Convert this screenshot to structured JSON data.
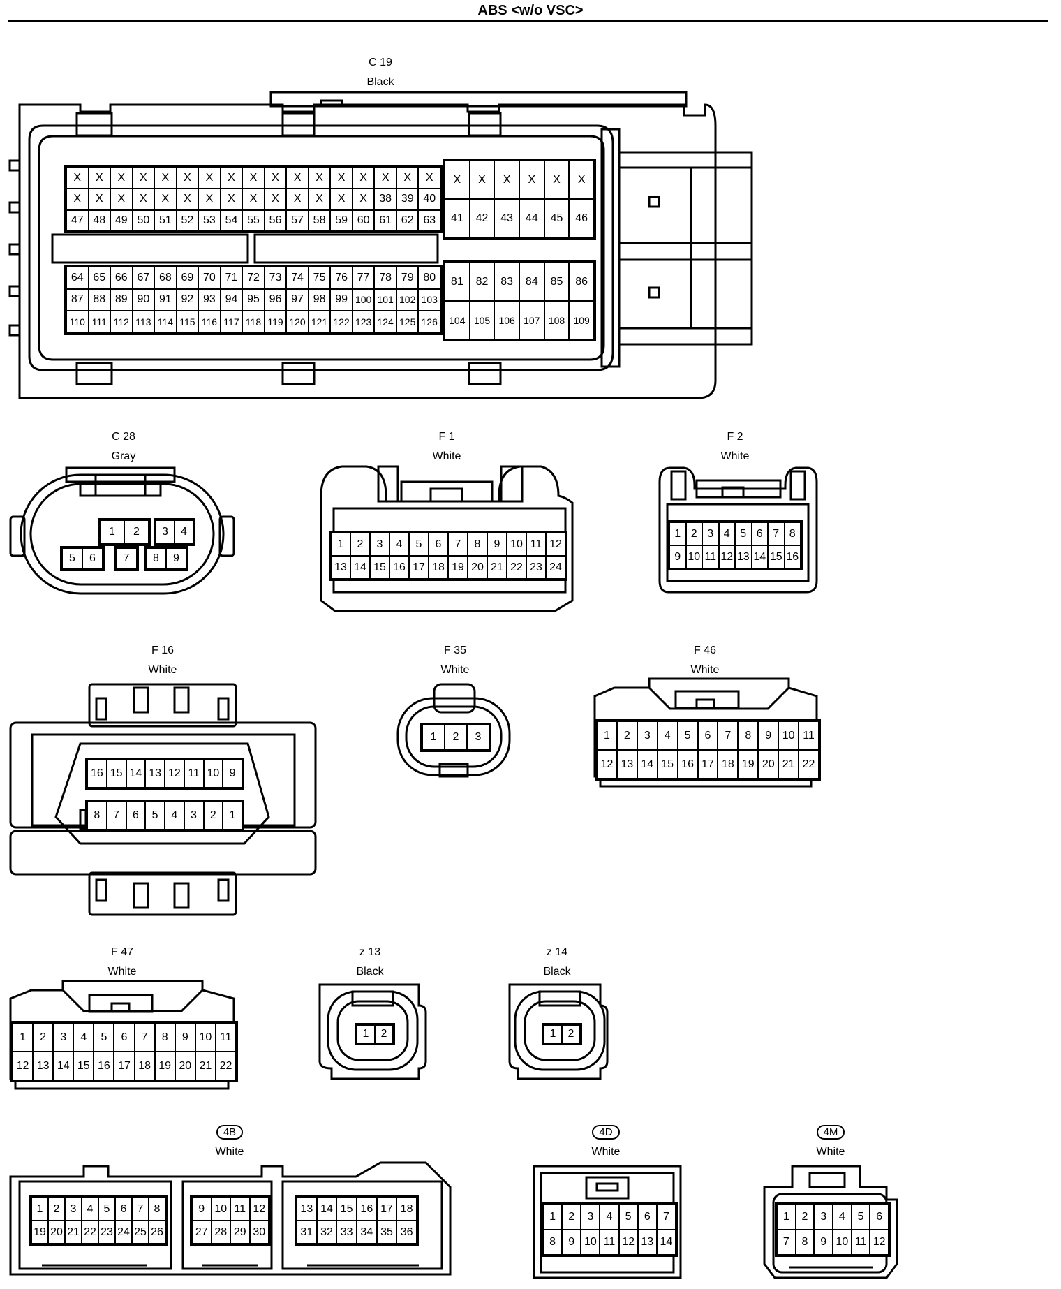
{
  "page": {
    "title": "ABS <w/o VSC>"
  },
  "connectors": [
    {
      "id": "c19",
      "code": "C 19",
      "color": "Black",
      "tag": false,
      "groups": [
        {
          "key": "c19_top",
          "cols": 17,
          "rows": [
            [
              "X",
              "X",
              "X",
              "X",
              "X",
              "X",
              "X",
              "X",
              "X",
              "X",
              "X",
              "X",
              "X",
              "X",
              "X",
              "X",
              "X"
            ],
            [
              "X",
              "X",
              "X",
              "X",
              "X",
              "X",
              "X",
              "X",
              "X",
              "X",
              "X",
              "X",
              "X",
              "X",
              "38",
              "39",
              "40"
            ],
            [
              "47",
              "48",
              "49",
              "50",
              "51",
              "52",
              "53",
              "54",
              "55",
              "56",
              "57",
              "58",
              "59",
              "60",
              "61",
              "62",
              "63"
            ]
          ]
        },
        {
          "key": "c19_right_top",
          "cols": 6,
          "rows": [
            [
              "X",
              "X",
              "X",
              "X",
              "X",
              "X"
            ],
            [
              "41",
              "42",
              "43",
              "44",
              "45",
              "46"
            ]
          ]
        },
        {
          "key": "c19_bottom",
          "cols": 17,
          "rows": [
            [
              "64",
              "65",
              "66",
              "67",
              "68",
              "69",
              "70",
              "71",
              "72",
              "73",
              "74",
              "75",
              "76",
              "77",
              "78",
              "79",
              "80"
            ],
            [
              "87",
              "88",
              "89",
              "90",
              "91",
              "92",
              "93",
              "94",
              "95",
              "96",
              "97",
              "98",
              "99",
              "100",
              "101",
              "102",
              "103"
            ],
            [
              "110",
              "111",
              "112",
              "113",
              "114",
              "115",
              "116",
              "117",
              "118",
              "119",
              "120",
              "121",
              "122",
              "123",
              "124",
              "125",
              "126"
            ]
          ]
        },
        {
          "key": "c19_right_bottom",
          "cols": 6,
          "rows": [
            [
              "81",
              "82",
              "83",
              "84",
              "85",
              "86"
            ],
            [
              "104",
              "105",
              "106",
              "107",
              "108",
              "109"
            ]
          ]
        }
      ]
    },
    {
      "id": "c28",
      "code": "C 28",
      "color": "Gray",
      "tag": false,
      "groups": [
        {
          "key": "c28_a",
          "cols": 2,
          "rows": [
            [
              "1",
              "2"
            ]
          ]
        },
        {
          "key": "c28_b",
          "cols": 2,
          "rows": [
            [
              "3",
              "4"
            ]
          ]
        },
        {
          "key": "c28_c",
          "cols": 2,
          "rows": [
            [
              "5",
              "6"
            ]
          ]
        },
        {
          "key": "c28_d",
          "cols": 1,
          "rows": [
            [
              "7"
            ]
          ]
        },
        {
          "key": "c28_e",
          "cols": 2,
          "rows": [
            [
              "8",
              "9"
            ]
          ]
        }
      ]
    },
    {
      "id": "f1",
      "code": "F 1",
      "color": "White",
      "tag": false,
      "groups": [
        {
          "key": "f1_a",
          "cols": 12,
          "rows": [
            [
              "1",
              "2",
              "3",
              "4",
              "5",
              "6",
              "7",
              "8",
              "9",
              "10",
              "11",
              "12"
            ],
            [
              "13",
              "14",
              "15",
              "16",
              "17",
              "18",
              "19",
              "20",
              "21",
              "22",
              "23",
              "24"
            ]
          ]
        }
      ]
    },
    {
      "id": "f2",
      "code": "F 2",
      "color": "White",
      "tag": false,
      "groups": [
        {
          "key": "f2_a",
          "cols": 8,
          "rows": [
            [
              "1",
              "2",
              "3",
              "4",
              "5",
              "6",
              "7",
              "8"
            ],
            [
              "9",
              "10",
              "11",
              "12",
              "13",
              "14",
              "15",
              "16"
            ]
          ]
        }
      ]
    },
    {
      "id": "f16",
      "code": "F 16",
      "color": "White",
      "tag": false,
      "groups": [
        {
          "key": "f16_top",
          "cols": 8,
          "rows": [
            [
              "16",
              "15",
              "14",
              "13",
              "12",
              "11",
              "10",
              "9"
            ]
          ]
        },
        {
          "key": "f16_bot",
          "cols": 8,
          "rows": [
            [
              "8",
              "7",
              "6",
              "5",
              "4",
              "3",
              "2",
              "1"
            ]
          ]
        }
      ]
    },
    {
      "id": "f35",
      "code": "F 35",
      "color": "White",
      "tag": false,
      "groups": [
        {
          "key": "f35_a",
          "cols": 3,
          "rows": [
            [
              "1",
              "2",
              "3"
            ]
          ]
        }
      ]
    },
    {
      "id": "f46",
      "code": "F 46",
      "color": "White",
      "tag": false,
      "groups": [
        {
          "key": "f46_a",
          "cols": 11,
          "rows": [
            [
              "1",
              "2",
              "3",
              "4",
              "5",
              "6",
              "7",
              "8",
              "9",
              "10",
              "11"
            ],
            [
              "12",
              "13",
              "14",
              "15",
              "16",
              "17",
              "18",
              "19",
              "20",
              "21",
              "22"
            ]
          ]
        }
      ]
    },
    {
      "id": "f47",
      "code": "F 47",
      "color": "White",
      "tag": false,
      "groups": [
        {
          "key": "f47_a",
          "cols": 11,
          "rows": [
            [
              "1",
              "2",
              "3",
              "4",
              "5",
              "6",
              "7",
              "8",
              "9",
              "10",
              "11"
            ],
            [
              "12",
              "13",
              "14",
              "15",
              "16",
              "17",
              "18",
              "19",
              "20",
              "21",
              "22"
            ]
          ]
        }
      ]
    },
    {
      "id": "z13",
      "code": "z 13",
      "color": "Black",
      "tag": false,
      "groups": [
        {
          "key": "z13_a",
          "cols": 2,
          "rows": [
            [
              "1",
              "2"
            ]
          ]
        }
      ]
    },
    {
      "id": "z14",
      "code": "z 14",
      "color": "Black",
      "tag": false,
      "groups": [
        {
          "key": "z14_a",
          "cols": 2,
          "rows": [
            [
              "1",
              "2"
            ]
          ]
        }
      ]
    },
    {
      "id": "c4b",
      "code": "4B",
      "color": "White",
      "tag": true,
      "groups": [
        {
          "key": "c4b_a",
          "cols": 8,
          "rows": [
            [
              "1",
              "2",
              "3",
              "4",
              "5",
              "6",
              "7",
              "8"
            ],
            [
              "19",
              "20",
              "21",
              "22",
              "23",
              "24",
              "25",
              "26"
            ]
          ]
        },
        {
          "key": "c4b_b",
          "cols": 4,
          "rows": [
            [
              "9",
              "10",
              "11",
              "12"
            ],
            [
              "27",
              "28",
              "29",
              "30"
            ]
          ]
        },
        {
          "key": "c4b_c",
          "cols": 6,
          "rows": [
            [
              "13",
              "14",
              "15",
              "16",
              "17",
              "18"
            ],
            [
              "31",
              "32",
              "33",
              "34",
              "35",
              "36"
            ]
          ]
        }
      ]
    },
    {
      "id": "c4d",
      "code": "4D",
      "color": "White",
      "tag": true,
      "groups": [
        {
          "key": "c4d_a",
          "cols": 7,
          "rows": [
            [
              "1",
              "2",
              "3",
              "4",
              "5",
              "6",
              "7"
            ],
            [
              "8",
              "9",
              "10",
              "11",
              "12",
              "13",
              "14"
            ]
          ]
        }
      ]
    },
    {
      "id": "c4m",
      "code": "4M",
      "color": "White",
      "tag": true,
      "groups": [
        {
          "key": "c4m_a",
          "cols": 6,
          "rows": [
            [
              "1",
              "2",
              "3",
              "4",
              "5",
              "6"
            ],
            [
              "7",
              "8",
              "9",
              "10",
              "11",
              "12"
            ]
          ]
        }
      ]
    }
  ]
}
